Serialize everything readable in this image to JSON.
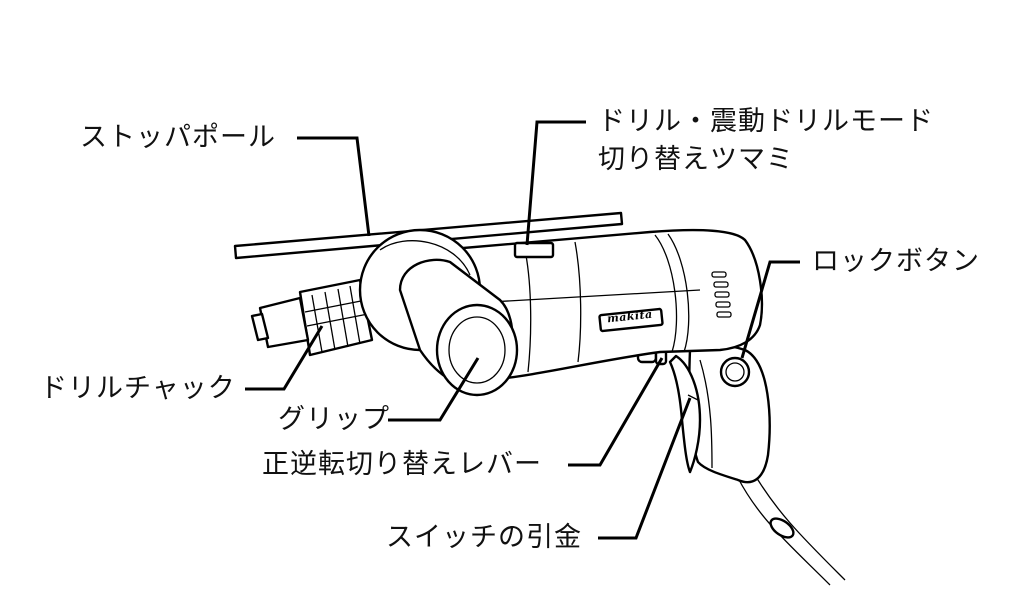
{
  "labels": {
    "stop_pole": "ストッパポール",
    "mode_knob_line1": "ドリル・震動ドリルモード",
    "mode_knob_line2": "切り替えツマミ",
    "lock_button": "ロックボタン",
    "drill_chuck": "ドリルチャック",
    "grip": "グリップ",
    "reverse_lever": "正逆転切り替えレバー",
    "switch_trigger": "スイッチの引金"
  },
  "brand": "makita"
}
